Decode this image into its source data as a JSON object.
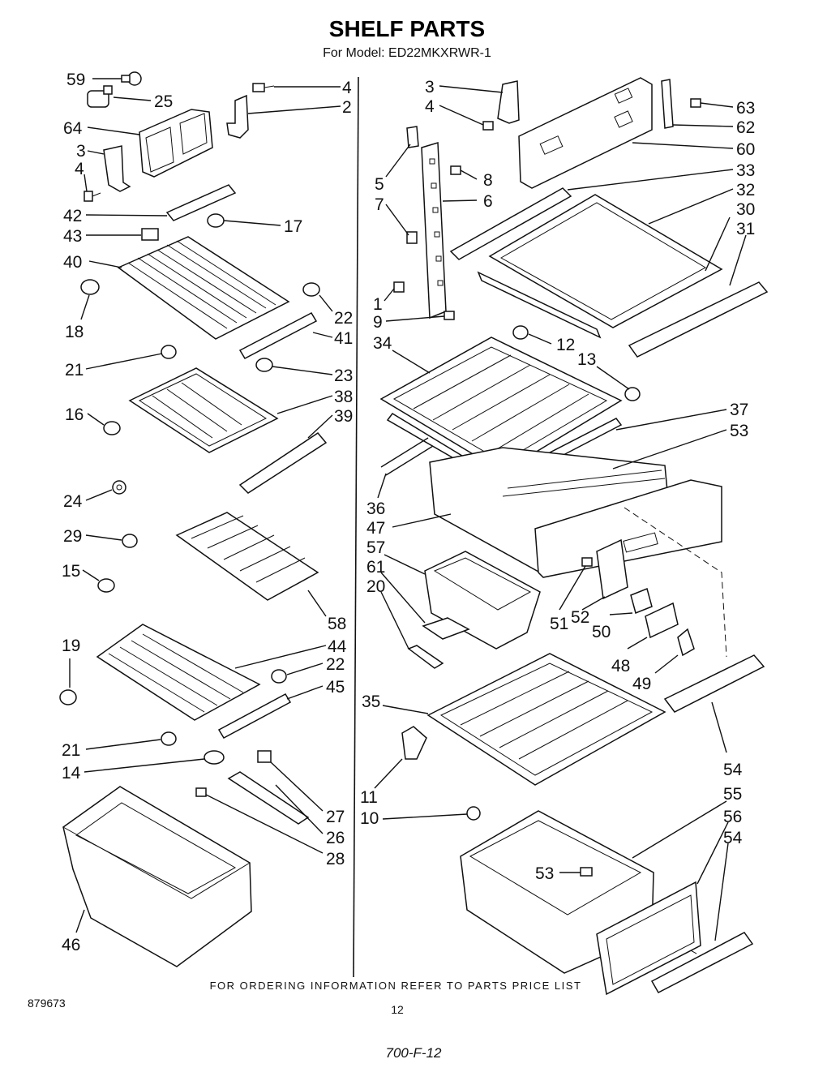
{
  "header": {
    "title": "SHELF PARTS",
    "model_line": "For Model: ED22MKXRWR-1"
  },
  "footer": {
    "ordering_note": "FOR ORDERING INFORMATION REFER TO PARTS PRICE LIST",
    "doc_number": "879673",
    "page_number": "12",
    "handwritten_code": "700-F-12"
  },
  "callouts": {
    "left": [
      "59",
      "25",
      "64",
      "3",
      "4",
      "42",
      "43",
      "40",
      "18",
      "21",
      "16",
      "24",
      "29",
      "15",
      "19",
      "21",
      "14",
      "46",
      "4",
      "2",
      "17",
      "22",
      "41",
      "23",
      "38",
      "39",
      "58",
      "44",
      "22",
      "45",
      "27",
      "26",
      "28"
    ],
    "right": [
      "3",
      "4",
      "5",
      "7",
      "1",
      "9",
      "34",
      "36",
      "47",
      "57",
      "61",
      "20",
      "35",
      "11",
      "10",
      "63",
      "62",
      "60",
      "8",
      "6",
      "33",
      "32",
      "30",
      "31",
      "12",
      "13",
      "37",
      "53",
      "51",
      "52",
      "50",
      "48",
      "49",
      "54",
      "55",
      "56",
      "54",
      "53"
    ]
  }
}
